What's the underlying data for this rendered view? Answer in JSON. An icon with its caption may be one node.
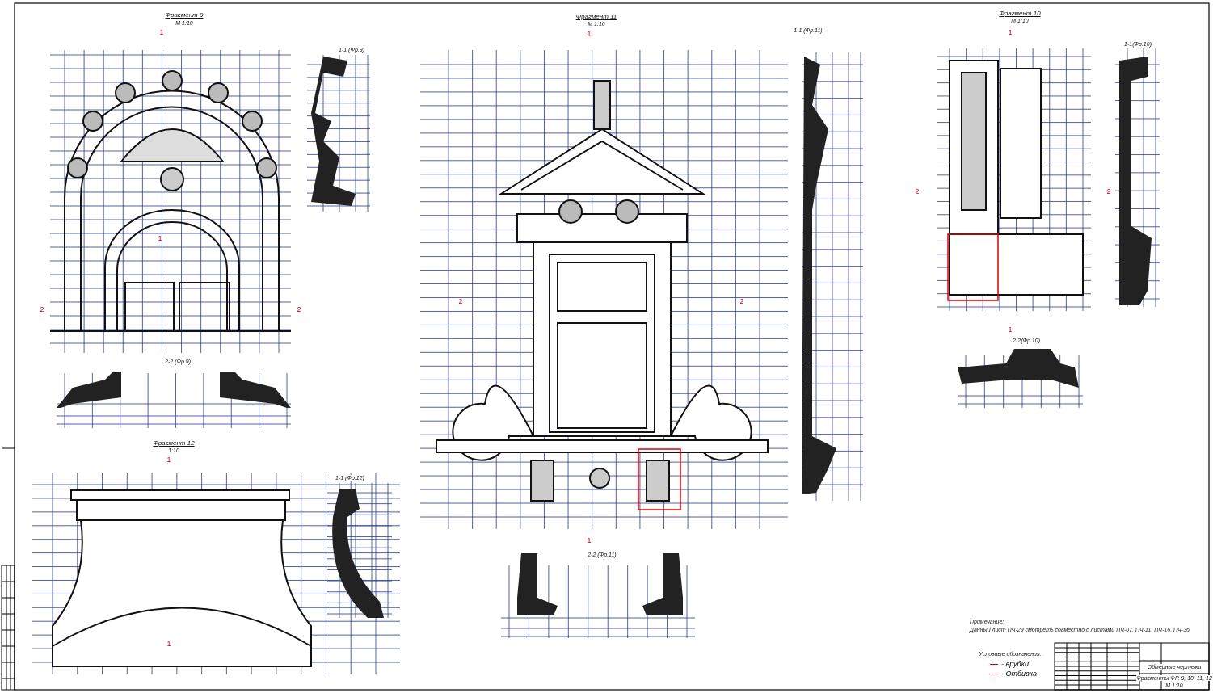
{
  "diagram": {
    "labels": [
      "Фрагмент 9",
      "М 1:10",
      "1-1 (Фр.9)",
      "2-2 (Фр.9)",
      "Фрагмент 11",
      "М 1:10",
      "1-1 (Фр.11)",
      "2-2 (Фр.11)",
      "Фрагмент 10",
      "М 1:10",
      "1-1(Фр.10)",
      "2-2(Фр.10)",
      "Фрагмент 12",
      "1:10",
      "1-1 (Фр.12)",
      "Примечание:",
      "Данный лист ПЧ-29 смотреть совместно с листами ПЧ-07, ПЧ-11, ПЧ-16, ПЧ-36",
      "Условные обозначения:",
      "Обмерные чертежи",
      "Фрагменты ФР. 9, 10, 11, 12",
      "М 1:10",
      "1",
      "1",
      "2",
      "2",
      "1",
      "2",
      "2",
      "1",
      "1",
      "2",
      "2",
      "1",
      "1",
      "1"
    ],
    "legend": [
      {
        "text": "- врубки"
      },
      {
        "text": "- Отбивка"
      }
    ]
  }
}
